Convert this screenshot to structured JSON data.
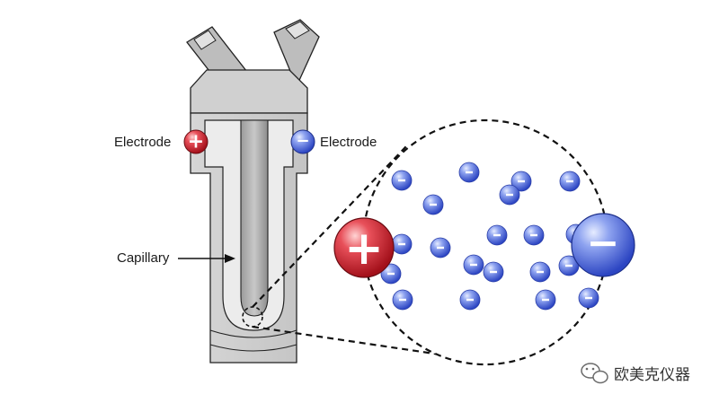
{
  "labels": {
    "electrode_positive": "Electrode",
    "electrode_negative": "Electrode",
    "capillary": "Capillary"
  },
  "symbols": {
    "plus": "+",
    "minus": "−"
  },
  "watermark": {
    "text": "欧美克仪器",
    "icon": "wechat-icon"
  },
  "colors": {
    "positive_electrode": "#d3242b",
    "negative_ion": "#4a63d6",
    "device_gray": "#cfcfcf",
    "outline": "#222222"
  }
}
